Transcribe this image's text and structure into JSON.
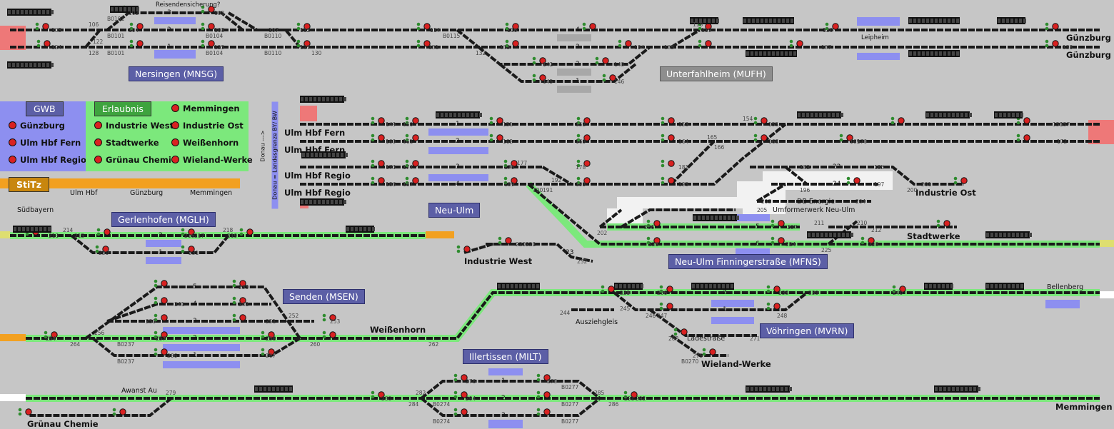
{
  "header": {
    "sicherung_label": "Reisendensicherung?"
  },
  "stations": {
    "nersingen": "Nersingen (MNSG)",
    "unterfahlheim": "Unterfahlheim (MUFH)",
    "neu_ulm": "Neu-Ulm",
    "gerlenhofen": "Gerlenhofen (MGLH)",
    "finningerstrasse": "Neu-Ulm Finningerstraße (MFNS)",
    "senden": "Senden (MSEN)",
    "voehringen": "Vöhringen (MVRN)",
    "illertissen": "Illertissen (MILT)"
  },
  "places": {
    "guenzburg_1": "Günzburg",
    "guenzburg_2": "Günzburg",
    "leipheim": "Leipheim",
    "ulm_fern_1": "Ulm Hbf Fern",
    "ulm_fern_2": "Ulm Hbf Fern",
    "ulm_regio_1": "Ulm Hbf Regio",
    "ulm_regio_2": "Ulm Hbf Regio",
    "donau_border": "Donau = Landesgrenze BY/ BW",
    "donau_arrow": "Donau --->",
    "industrie_ost": "Industrie Ost",
    "db_energie": "DB Energie",
    "umformerwerk": "Umformerwerk Neu-Ulm",
    "industrie_west": "Industrie West",
    "stadtwerke": "Stadtwerke",
    "weissenhorn": "Weißenhorn",
    "ausziehgleis": "Ausziehgleis",
    "ladestrasse": "Ladestraße",
    "wieland_werke": "Wieland-Werke",
    "bellenberg": "Bellenberg",
    "awanst_au": "Awanst Au",
    "gruenau_chemie": "Grünau Chemie",
    "memmingen": "Memmingen"
  },
  "gwb": {
    "title": "GWB",
    "items": [
      "Günzburg",
      "Ulm Hbf Fern",
      "Ulm Hbf Regio"
    ]
  },
  "erlaubnis": {
    "title": "Erlaubnis",
    "items_left": [
      "Industrie West",
      "Stadtwerke",
      "Grünau Chemie"
    ],
    "items_right": [
      "Memmingen",
      "Industrie Ost",
      "Weißenhorn",
      "Wieland-Werke"
    ]
  },
  "stitz": {
    "title": "StiTz",
    "sub": "Südbayern",
    "counters": [
      "Ulm Hbf",
      "Günzburg",
      "Memmingen"
    ]
  },
  "track_numbers": {
    "nersingen": [
      "3",
      "2",
      "1"
    ],
    "unterfahlheim": [
      "4",
      "3",
      "2",
      "1"
    ],
    "neu_ulm": [
      "1",
      "2",
      "3",
      "4"
    ],
    "branch": [
      "22",
      "24",
      "23"
    ],
    "finninger": [
      "5",
      "6"
    ],
    "gerlenhofen": [
      "2",
      "1"
    ],
    "senden": [
      "5",
      "4",
      "3",
      "2",
      "1"
    ],
    "voehringen": [
      "2",
      "1"
    ],
    "illertissen": [
      "1",
      "2",
      "3"
    ]
  },
  "signal_numbers": [
    "105",
    "106",
    "102",
    "103",
    "104",
    "108",
    "107",
    "112",
    "114",
    "116",
    "118",
    "119",
    "120",
    "124",
    "128",
    "122",
    "125",
    "127",
    "130",
    "131",
    "132",
    "133",
    "134",
    "135",
    "137",
    "138",
    "142",
    "143",
    "145",
    "146",
    "149",
    "150",
    "151",
    "152",
    "153",
    "154",
    "155",
    "156",
    "157",
    "160",
    "161",
    "162",
    "163",
    "164",
    "165",
    "166",
    "168",
    "169",
    "170",
    "172",
    "173",
    "174",
    "176",
    "177",
    "178",
    "181",
    "182",
    "185",
    "186",
    "187",
    "189",
    "190",
    "191",
    "192",
    "193",
    "195",
    "196",
    "197",
    "200",
    "201",
    "202",
    "203",
    "204",
    "205",
    "206",
    "207",
    "210",
    "211",
    "212",
    "213",
    "214",
    "215",
    "216",
    "217",
    "218",
    "219",
    "220",
    "222",
    "223",
    "224",
    "225",
    "228",
    "230",
    "231",
    "232",
    "233",
    "234",
    "235",
    "236",
    "238",
    "239",
    "240",
    "241",
    "242",
    "244",
    "245",
    "246",
    "247",
    "248",
    "250",
    "251",
    "252",
    "253",
    "254",
    "256",
    "257",
    "258",
    "260",
    "262",
    "264",
    "266",
    "267",
    "268",
    "271",
    "275",
    "276",
    "278",
    "279",
    "280",
    "282",
    "284",
    "285",
    "286",
    "291",
    "292",
    "294"
  ],
  "block_labels": [
    "B0101",
    "B0104",
    "B0110",
    "B0115",
    "B0237",
    "B0270",
    "B0274",
    "B0277"
  ]
}
